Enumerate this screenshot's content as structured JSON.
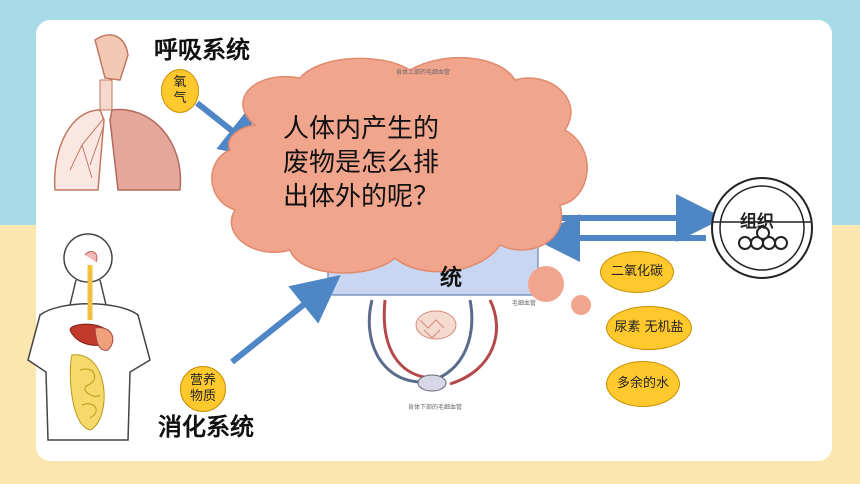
{
  "slide": {
    "respiratory_title": "呼吸系统",
    "digestive_title": "消化系统",
    "circulatory_partial": "统",
    "question": "人体内产生的废物是怎么排出体外的呢？",
    "question_lines": [
      "人体内产生的",
      "废物是怎么排",
      "出体外的呢？"
    ],
    "badges": {
      "oxygen": "氧气",
      "nutrients": "营养物质",
      "co2": "二氧化碳",
      "urea": "尿素 无机盐",
      "water": "多余的水"
    },
    "tissue_label": "组织",
    "diagram_top_caption": "肯体上部的毛细血管",
    "diagram_bottom_caption": "肯体下部的毛细血管",
    "diagram_side_caption": "毛细血管"
  },
  "colors": {
    "bg_top": "#a8dbe8",
    "bg_bottom": "#fbe6b0",
    "cloud": "#f2a58d",
    "badge": "#ffc92e",
    "arrow": "#4f86c6",
    "box": "#c9d6f2"
  }
}
